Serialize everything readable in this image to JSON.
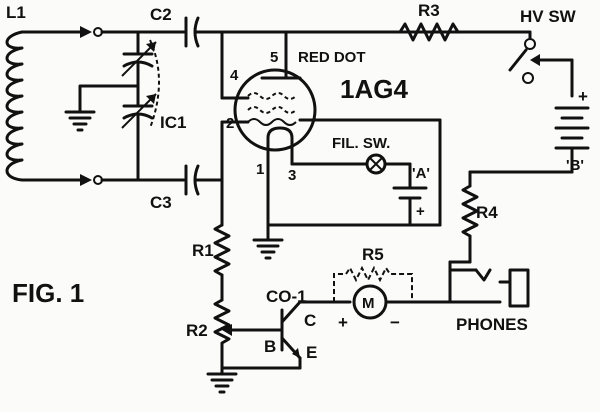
{
  "figure": {
    "caption": "FIG. 1"
  },
  "labels": {
    "coil": "L1",
    "cap_c2": "C2",
    "cap_c3": "C3",
    "var_cap": "IC1",
    "r1": "R1",
    "r2": "R2",
    "r3": "R3",
    "r4": "R4",
    "r5": "R5",
    "hv_switch": "HV SW",
    "tube": "1AG4",
    "red_dot": "RED DOT",
    "fil_switch": "FIL. SW.",
    "battery_a": "'A'",
    "battery_b": "'B'",
    "transistor": "CO-1",
    "meter": "M",
    "phones": "PHONES",
    "pin1": "1",
    "pin2": "2",
    "pin3": "3",
    "pin4": "4",
    "pin5": "5",
    "collector": "C",
    "base": "B",
    "emitter": "E",
    "plus": "+",
    "minus": "−"
  }
}
